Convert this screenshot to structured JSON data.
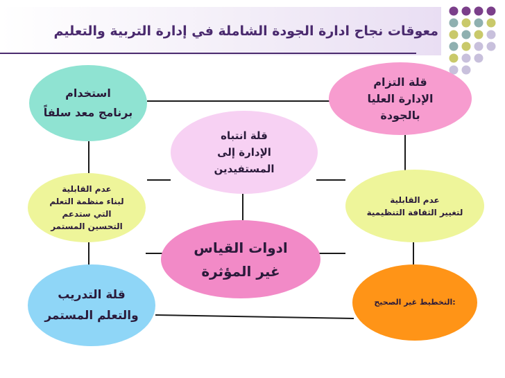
{
  "title": "معوقات نجاح ادارة الجودة الشاملة في إدارة التربية والتعليم",
  "colors": {
    "title_text": "#4a2a6e",
    "connector": "#1a1a1a",
    "deco_purple": "#7b3f8a",
    "deco_teal": "#8fb0b0",
    "deco_olive": "#c9c96a",
    "deco_lavender": "#c8c0dc"
  },
  "nodes": {
    "top_left": {
      "text": "استخدام\nبرنامج معد سلفاً",
      "color": "#8fe3d2"
    },
    "top_right": {
      "text": "قلة التزام\nالإدارة العليا\nبالجودة",
      "color": "#f79ccf"
    },
    "center": {
      "text": "قلة انتباه\nالإدارة إلى\nالمستفيدين",
      "color": "#f7d1f3"
    },
    "middle_left": {
      "text": "عدم القابلية\nلبناء منظمة التعلم\nالتي ستدعم\nالتحسين المستمر",
      "color": "#eef59a"
    },
    "middle_right": {
      "text": "عدم القابلية\nلتغيير الثقافة التنظيمية",
      "color": "#eef59a"
    },
    "center_bottom": {
      "text": "ادوات القياس\nغير المؤثرة",
      "color": "#f28ac7"
    },
    "bottom_left": {
      "text": "قلة التدريب\nوالتعلم المستمر",
      "color": "#8fd6f7"
    },
    "bottom_right": {
      "text": ":التخطيط غير الصحيح",
      "color": "#ff9417"
    }
  }
}
